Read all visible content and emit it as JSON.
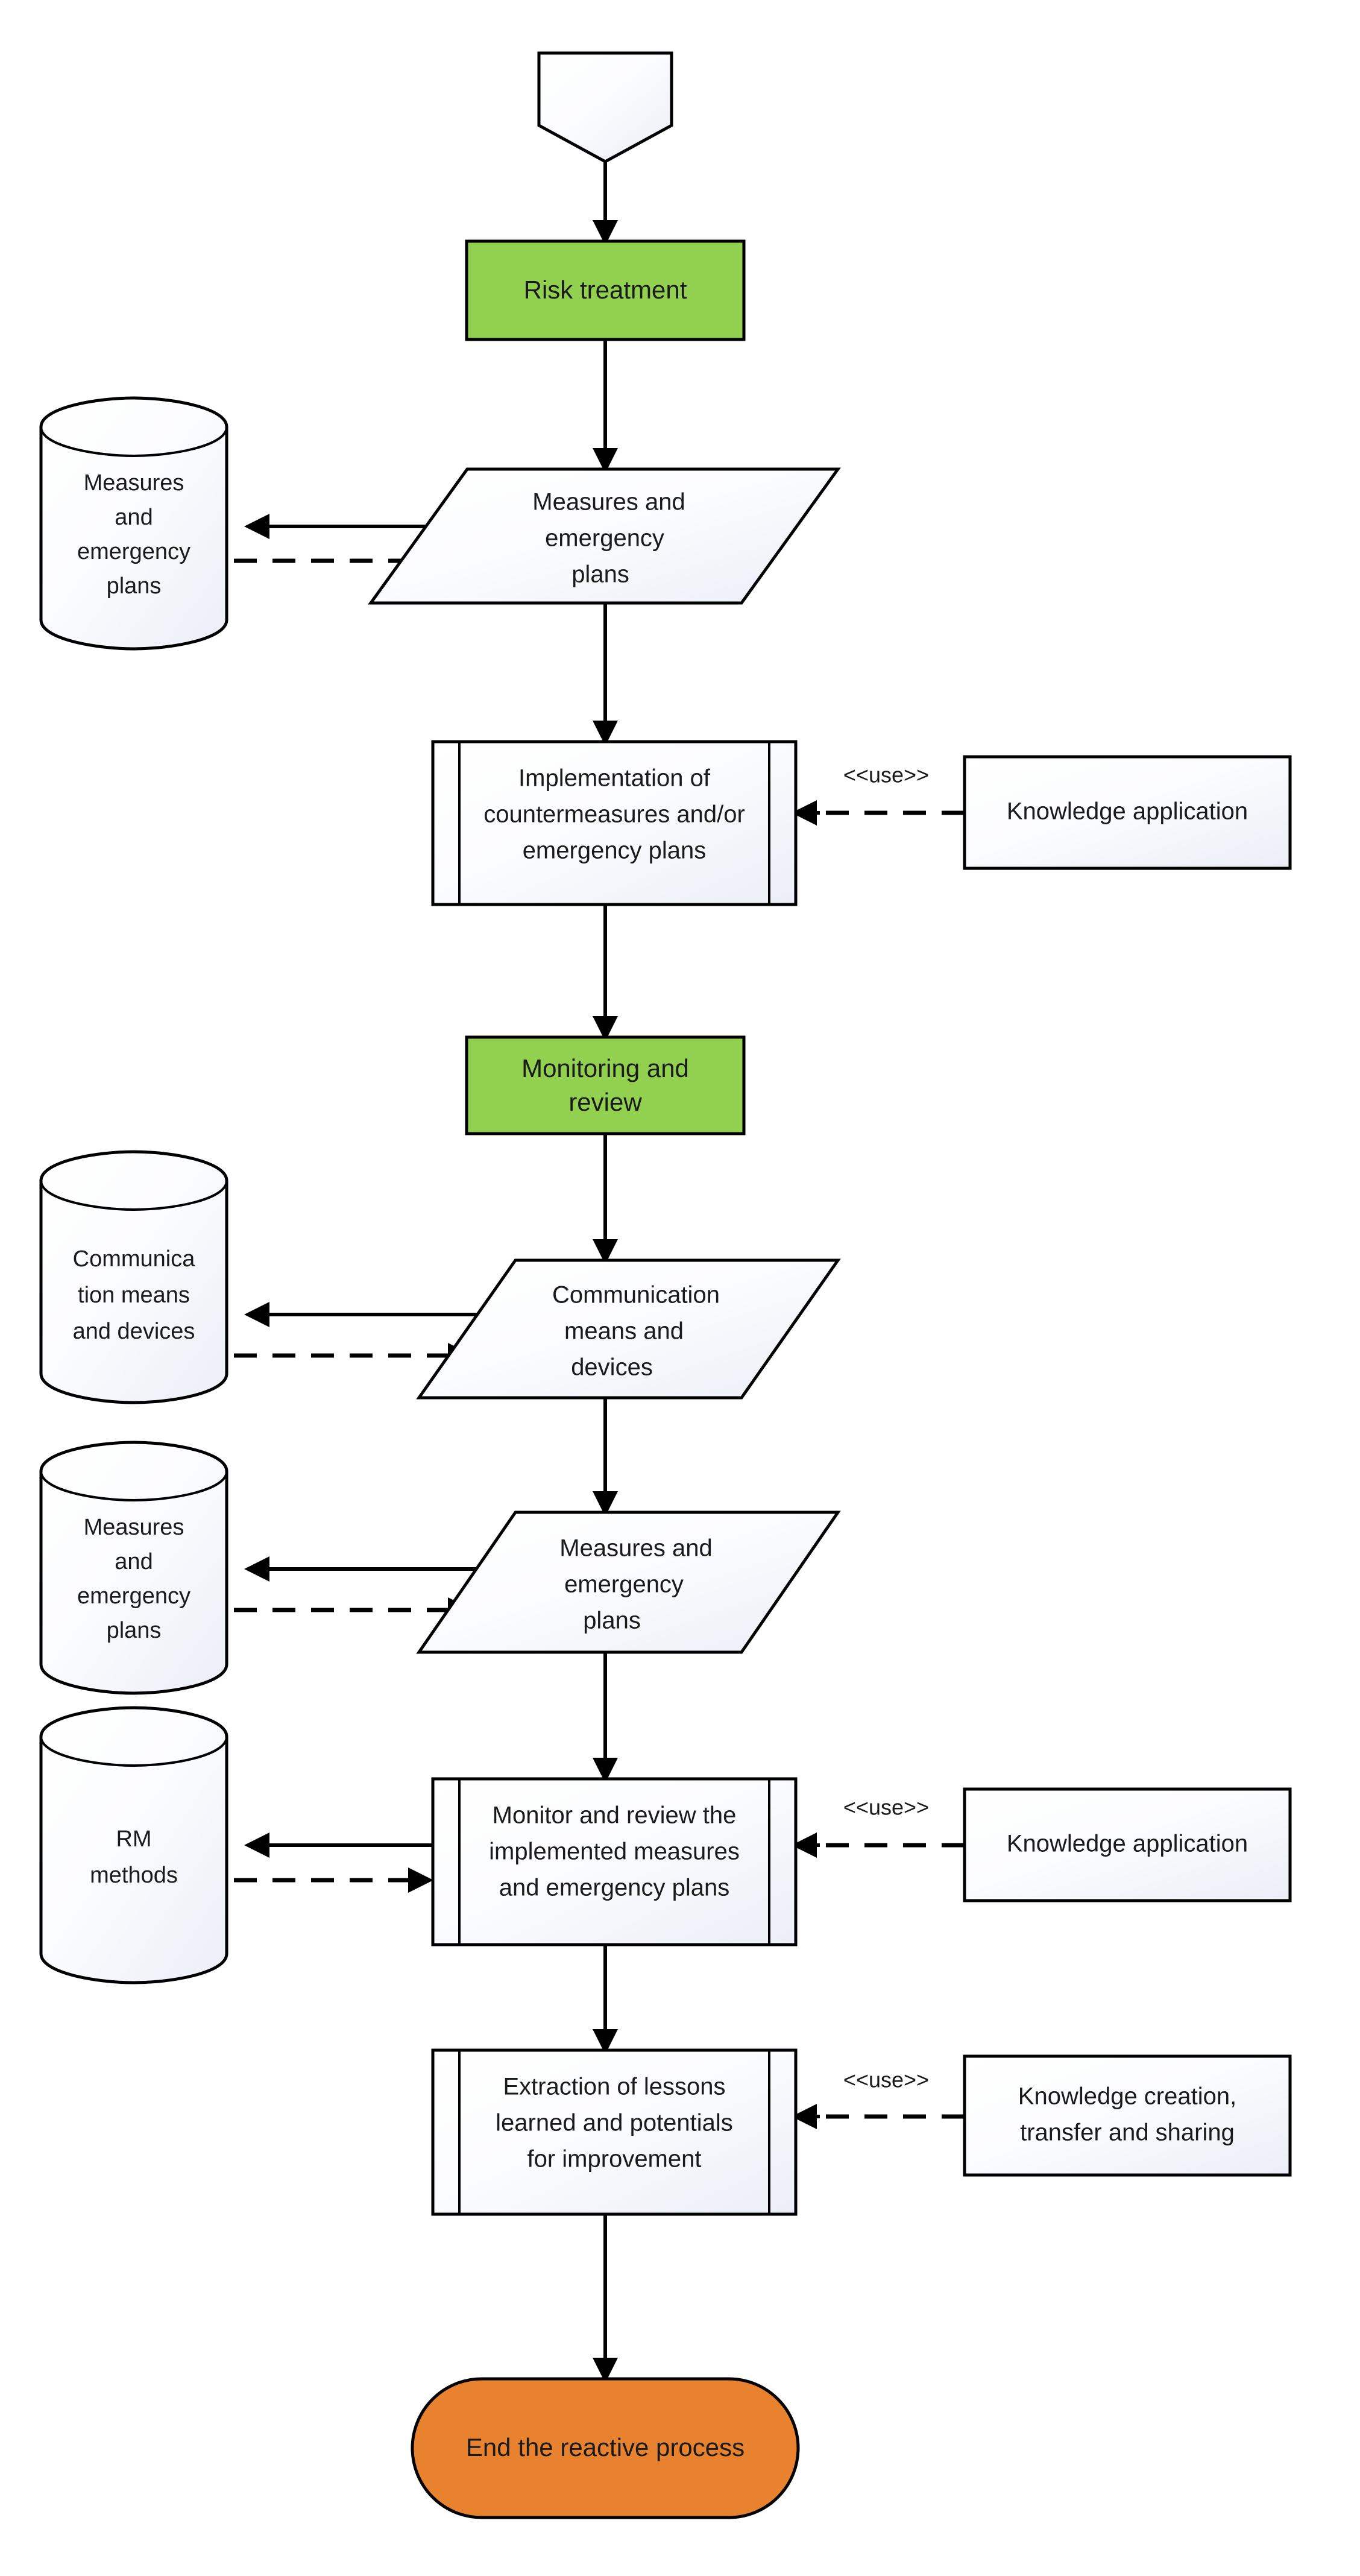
{
  "diagram": {
    "title": "Reactive risk management process flow",
    "colors": {
      "green": "#92D050",
      "orange": "#E8822E",
      "pale": "#F7F8FC",
      "stroke": "#000000",
      "text": "#1a1a1a"
    }
  },
  "nodes": {
    "start_connector": {
      "label": ""
    },
    "risk_treatment": {
      "label": "Risk treatment"
    },
    "store_measures_1": {
      "line1": "Measures",
      "line2": "and",
      "line3": "emergency",
      "line4": "plans"
    },
    "data_measures_1": {
      "line1": "Measures and",
      "line2": "emergency",
      "line3": "plans"
    },
    "proc_implementation": {
      "line1": "Implementation of",
      "line2": "countermeasures and/or",
      "line3": "emergency plans"
    },
    "knowledge_application_1": {
      "label": "Knowledge application"
    },
    "monitoring_review": {
      "line1": "Monitoring and",
      "line2": "review"
    },
    "store_communication": {
      "line1": "Communica",
      "line2": "tion means",
      "line3": "and devices"
    },
    "data_communication": {
      "line1": "Communication",
      "line2": "means and",
      "line3": "devices"
    },
    "store_measures_2": {
      "line1": "Measures",
      "line2": "and",
      "line3": "emergency",
      "line4": "plans"
    },
    "data_measures_2": {
      "line1": "Measures and",
      "line2": "emergency",
      "line3": "plans"
    },
    "store_rm_methods": {
      "line1": "RM",
      "line2": "methods"
    },
    "proc_monitor_review": {
      "line1": "Monitor and review the",
      "line2": "implemented measures",
      "line3": "and emergency plans"
    },
    "knowledge_application_2": {
      "label": "Knowledge application"
    },
    "proc_extraction": {
      "line1": "Extraction of lessons",
      "line2": "learned and potentials",
      "line3": "for improvement"
    },
    "knowledge_creation": {
      "line1": "Knowledge creation,",
      "line2": "transfer and sharing"
    },
    "end_terminator": {
      "label": "End the reactive process"
    }
  },
  "edge_labels": {
    "use_1": "<<use>>",
    "use_2": "<<use>>",
    "use_3": "<<use>>"
  }
}
